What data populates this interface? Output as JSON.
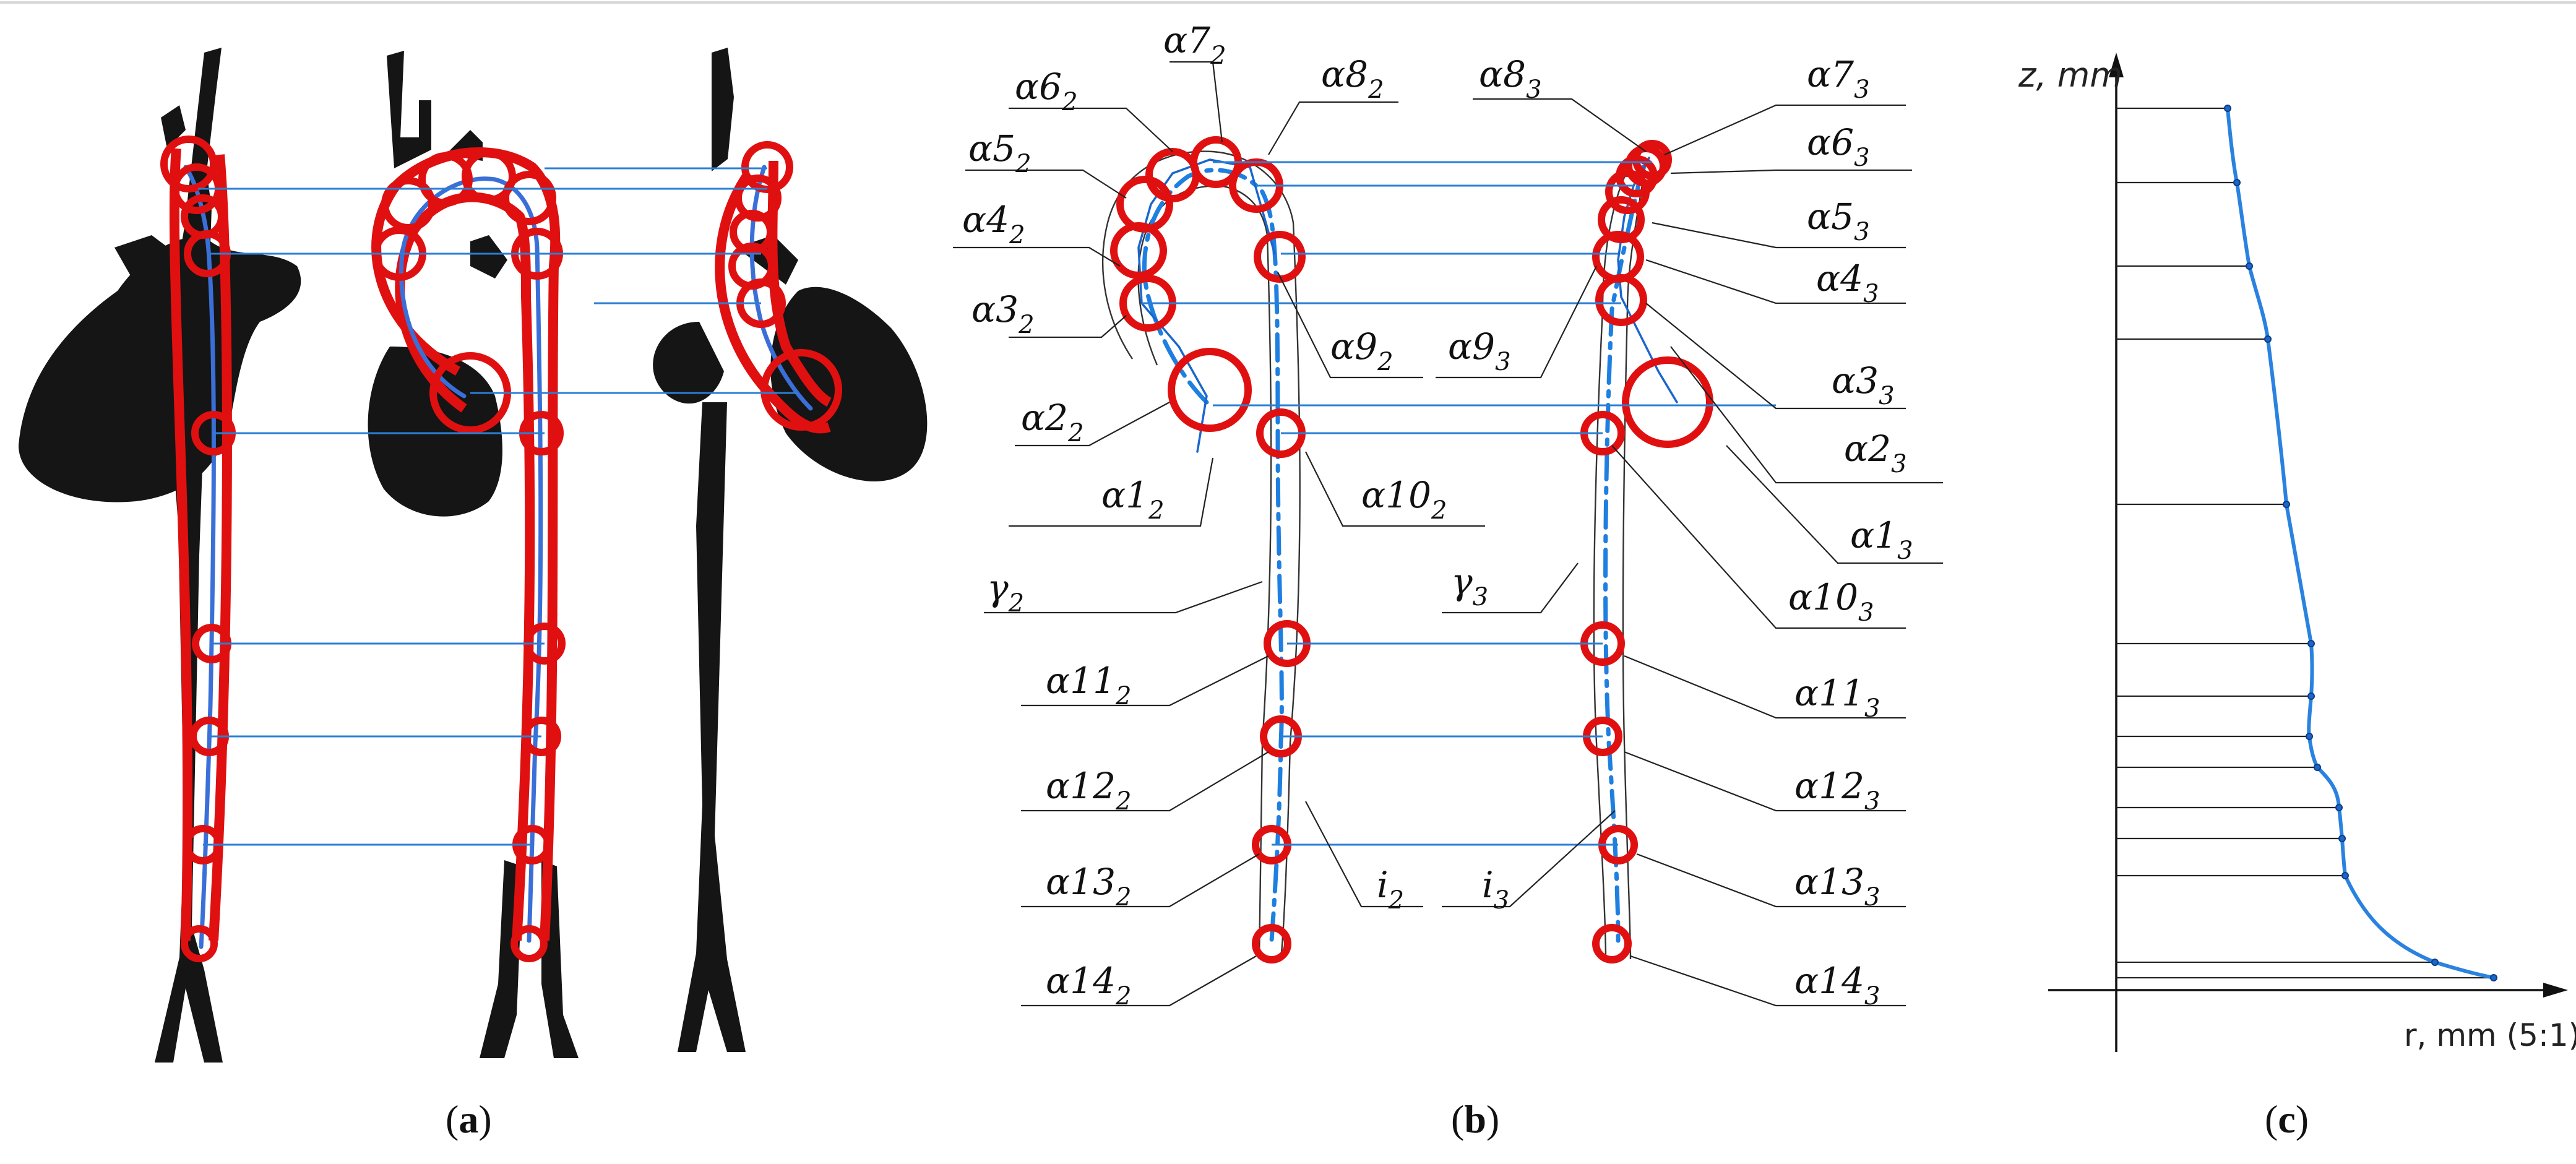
{
  "panels": {
    "a": {
      "label_open": "(",
      "letter": "a",
      "label_close": ")"
    },
    "b": {
      "label_open": "(",
      "letter": "b",
      "label_close": ")"
    },
    "c": {
      "label_open": "(",
      "letter": "c",
      "label_close": ")"
    }
  },
  "diagram_b": {
    "labels_left": [
      {
        "id": "a7_2",
        "main": "α7",
        "sub": "2"
      },
      {
        "id": "a6_2",
        "main": "α6",
        "sub": "2"
      },
      {
        "id": "a8_2",
        "main": "α8",
        "sub": "2"
      },
      {
        "id": "a5_2",
        "main": "α5",
        "sub": "2"
      },
      {
        "id": "a4_2",
        "main": "α4",
        "sub": "2"
      },
      {
        "id": "a3_2",
        "main": "α3",
        "sub": "2"
      },
      {
        "id": "a9_2",
        "main": "α9",
        "sub": "2"
      },
      {
        "id": "a2_2",
        "main": "α2",
        "sub": "2"
      },
      {
        "id": "a1_2",
        "main": "α1",
        "sub": "2"
      },
      {
        "id": "a10_2",
        "main": "α10",
        "sub": "2"
      },
      {
        "id": "g_2",
        "main": "γ",
        "sub": "2"
      },
      {
        "id": "a11_2",
        "main": "α11",
        "sub": "2"
      },
      {
        "id": "a12_2",
        "main": "α12",
        "sub": "2"
      },
      {
        "id": "a13_2",
        "main": "α13",
        "sub": "2"
      },
      {
        "id": "i_2",
        "main": "i",
        "sub": "2"
      },
      {
        "id": "a14_2",
        "main": "α14",
        "sub": "2"
      }
    ],
    "labels_right": [
      {
        "id": "a8_3",
        "main": "α8",
        "sub": "3"
      },
      {
        "id": "a7_3",
        "main": "α7",
        "sub": "3"
      },
      {
        "id": "a6_3",
        "main": "α6",
        "sub": "3"
      },
      {
        "id": "a5_3",
        "main": "α5",
        "sub": "3"
      },
      {
        "id": "a4_3",
        "main": "α4",
        "sub": "3"
      },
      {
        "id": "a9_3",
        "main": "α9",
        "sub": "3"
      },
      {
        "id": "a3_3",
        "main": "α3",
        "sub": "3"
      },
      {
        "id": "a2_3",
        "main": "α2",
        "sub": "3"
      },
      {
        "id": "a1_3",
        "main": "α1",
        "sub": "3"
      },
      {
        "id": "g_3",
        "main": "γ",
        "sub": "3"
      },
      {
        "id": "a10_3",
        "main": "α10",
        "sub": "3"
      },
      {
        "id": "a11_3",
        "main": "α11",
        "sub": "3"
      },
      {
        "id": "a12_3",
        "main": "α12",
        "sub": "3"
      },
      {
        "id": "a13_3",
        "main": "α13",
        "sub": "3"
      },
      {
        "id": "i_3",
        "main": "i",
        "sub": "3"
      },
      {
        "id": "a14_3",
        "main": "α14",
        "sub": "3"
      }
    ]
  },
  "chart_c": {
    "y_axis_label": "z, mm",
    "x_axis_label": "r, mm (5:1)"
  },
  "colors": {
    "circles": "#e01010",
    "centerline": "#3b6fd8",
    "guide_lines": "#2a7fd4",
    "mesh": "#151515"
  }
}
